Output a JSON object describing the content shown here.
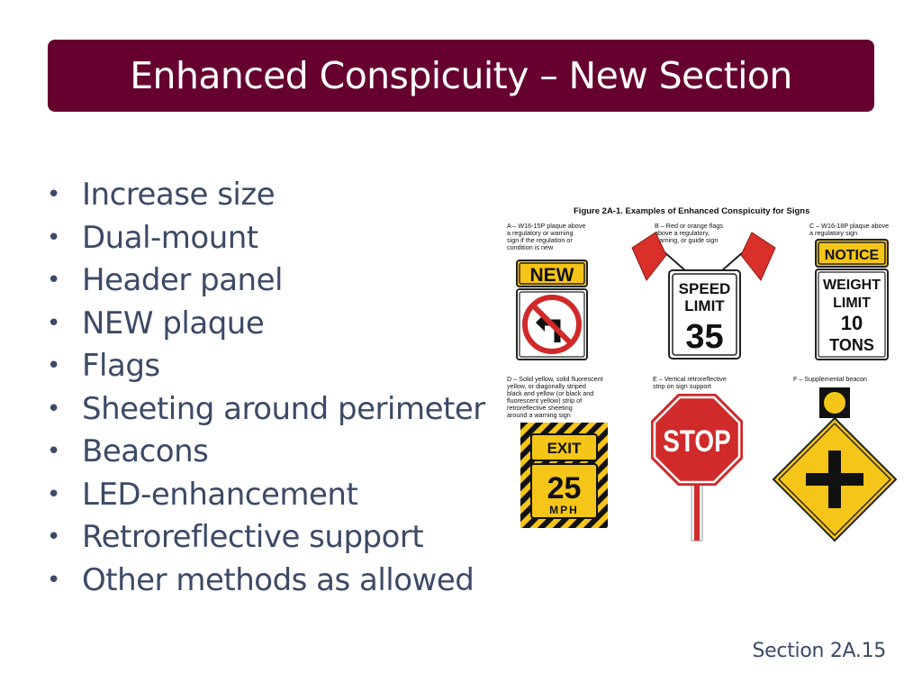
{
  "slide": {
    "title": "Enhanced Conspicuity – New Section",
    "bullets": [
      "Increase size",
      "Dual-mount",
      "Header panel",
      "NEW plaque",
      "Flags",
      "Sheeting around perimeter",
      "Beacons",
      "LED-enhancement",
      "Retroreflective support",
      "Other methods as allowed"
    ],
    "bullet_glyph": "•",
    "footer": "Section 2A.15"
  },
  "figure": {
    "title": "Figure 2A-1.  Examples of Enhanced Conspicuity for Signs",
    "captions": {
      "a": "A – W16-15P plaque above\n     a regulatory or warning\n     sign if the regulation or\n     condition is new",
      "b": "B – Red or orange flags\n     above a regulatory,\n     warning, or guide sign",
      "c": "C – W16-18P plaque above\n     a regulatory sign",
      "d": "D – Solid yellow, solid fluorescent\n     yellow, or diagonally striped\n     black and yellow (or black and\n     fluorescent yellow) strip of\n     retroreflective sheeting\n     around a warning sign",
      "e": "E – Vertical retroreflective\n     strip on sign support",
      "f": "F – Supplemental beacon"
    },
    "sign_text": {
      "new": "NEW",
      "speed1": "SPEED",
      "speed2": "LIMIT",
      "speed3": "35",
      "notice": "NOTICE",
      "weight1": "WEIGHT",
      "weight2": "LIMIT",
      "weight3": "10",
      "weight4": "TONS",
      "exit": "EXIT",
      "exit_num": "25",
      "mph": "MPH",
      "stop": "STOP"
    }
  },
  "colors": {
    "title_bar": "#66002f",
    "text": "#3c4a66",
    "sign_yellow": "#f5c518",
    "sign_red": "#d02a2a",
    "flag_red": "#d9302a"
  }
}
